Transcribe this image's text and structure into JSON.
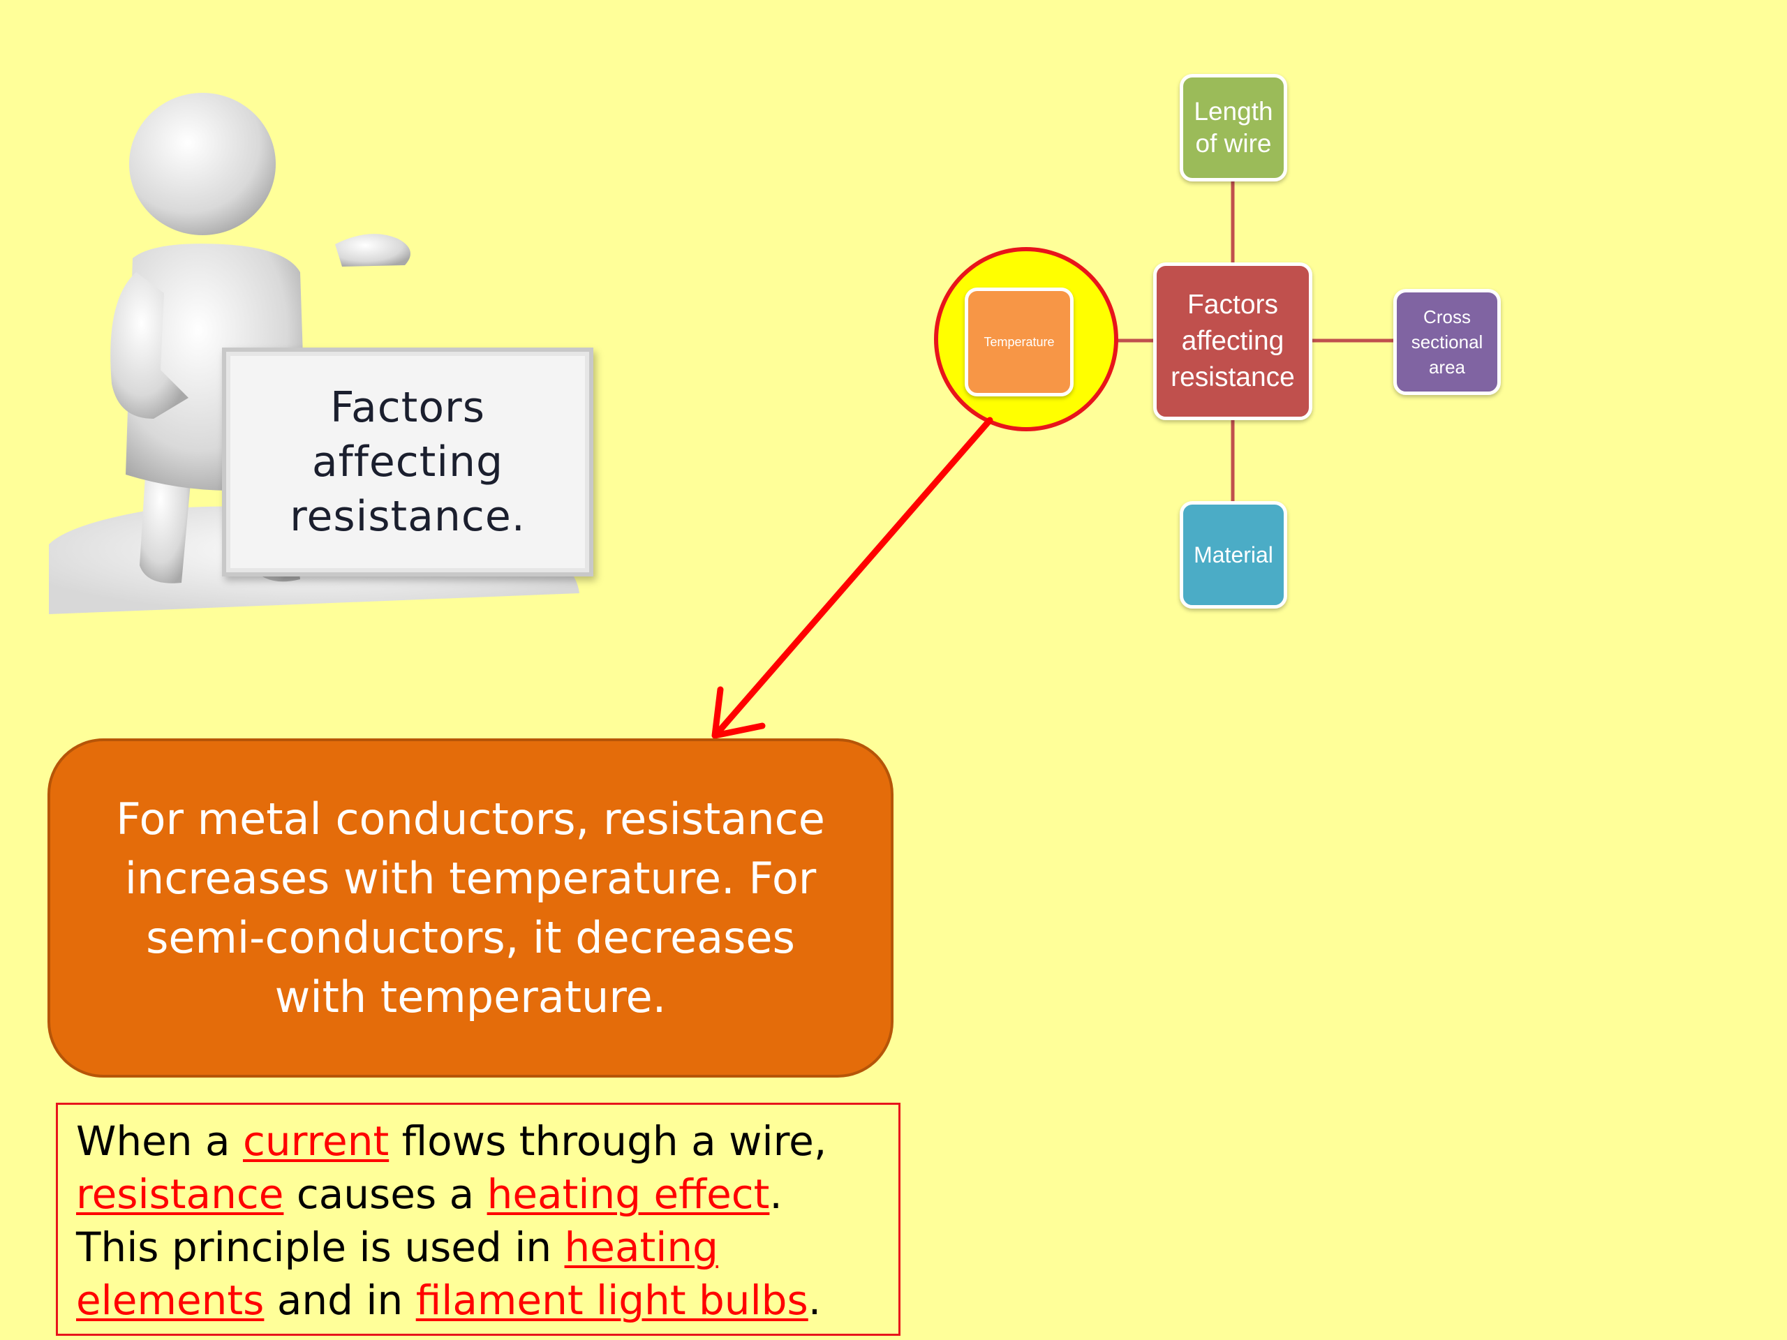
{
  "sign": {
    "line1": "Factors",
    "line2": "affecting",
    "line3": "resistance."
  },
  "diagram": {
    "center": [
      "Factors",
      "affecting",
      "resistance"
    ],
    "top": [
      "Length",
      "of wire"
    ],
    "right": [
      "Cross",
      "sectional",
      "area"
    ],
    "bottom": [
      "Material"
    ],
    "left": [
      "Temperature"
    ],
    "colors": {
      "center": "#C0504D",
      "top": "#9BBB59",
      "right": "#8064A2",
      "bottom": "#4BACC6",
      "left": "#F79646",
      "highlight": "#FFFF00",
      "arrow": "#FF0000"
    }
  },
  "callout": {
    "line1": "For metal conductors, resistance",
    "line2": "increases with temperature.  For",
    "line3": "semi-conductors, it decreases",
    "line4": "with temperature."
  },
  "note": {
    "l1_a": "When a ",
    "l1_kw": "current",
    "l1_b": " flows through a wire,",
    "l2_kw1": "resistance",
    "l2_a": " causes a ",
    "l2_kw2": "heating effect",
    "l2_b": ".",
    "l3_a": "This principle is used in ",
    "l3_kw": "heating",
    "l4_kw1": "elements",
    "l4_a": " and in ",
    "l4_kw2": "filament light bulbs",
    "l4_b": "."
  }
}
